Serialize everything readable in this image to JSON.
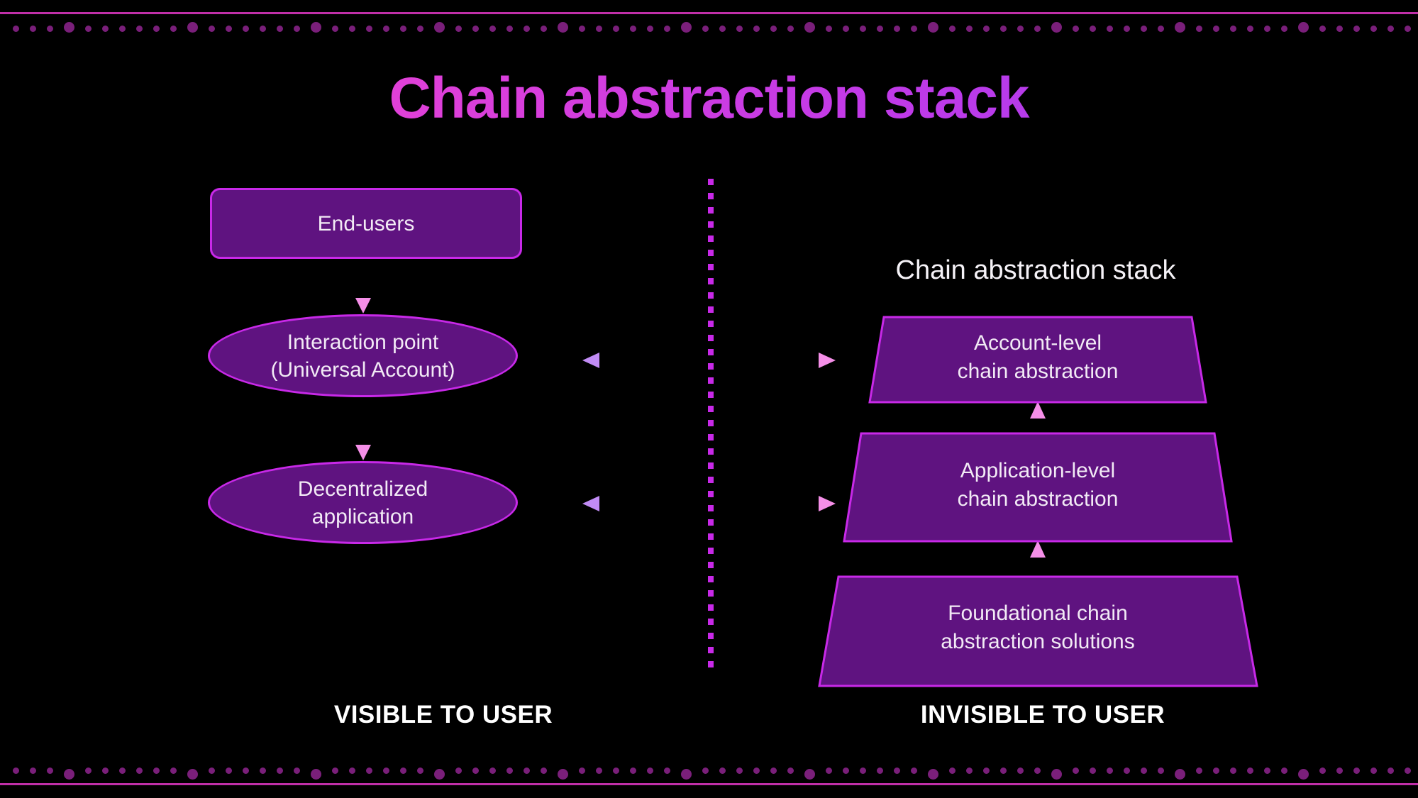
{
  "title": "Chain abstraction stack",
  "theme": {
    "background": "#000000",
    "node_fill": "#5f1380",
    "node_border": "#c829e8",
    "title_gradient_start": "#f03fd0",
    "title_gradient_end": "#9b3df0",
    "arrow_gradient_start": "#7a5cf0",
    "arrow_gradient_end": "#f58fe8",
    "frame_rule": "#c02fa8",
    "frame_dot": "#7a1f7a",
    "text": "#f2eaf5"
  },
  "left_column": {
    "caption": "VISIBLE TO USER",
    "nodes": [
      {
        "id": "end-users",
        "label": "End-users",
        "shape": "rounded-rect"
      },
      {
        "id": "interaction-point",
        "label": "Interaction point\n(Universal Account)",
        "line1": "Interaction point",
        "line2": "(Universal Account)",
        "shape": "ellipse"
      },
      {
        "id": "decentralized-application",
        "label": "Decentralized application",
        "line1": "Decentralized",
        "line2": "application",
        "shape": "ellipse"
      }
    ]
  },
  "right_column": {
    "heading": "Chain abstraction stack",
    "caption": "INVISIBLE TO USER",
    "layers": [
      {
        "id": "account-level",
        "line1": "Account-level",
        "line2": "chain abstraction",
        "shape": "trapezoid"
      },
      {
        "id": "application-level",
        "line1": "Application-level",
        "line2": "chain abstraction",
        "shape": "trapezoid"
      },
      {
        "id": "foundational",
        "line1": "Foundational chain",
        "line2": "abstraction solutions",
        "shape": "trapezoid"
      }
    ]
  },
  "connectors": {
    "vertical_down": [
      {
        "from": "end-users",
        "to": "interaction-point"
      },
      {
        "from": "interaction-point",
        "to": "decentralized-application"
      }
    ],
    "vertical_up": [
      {
        "from": "application-level",
        "to": "account-level"
      },
      {
        "from": "foundational",
        "to": "application-level"
      }
    ],
    "bidirectional": [
      {
        "from": "interaction-point",
        "to": "account-level"
      },
      {
        "from": "decentralized-application",
        "to": "application-level"
      }
    ]
  },
  "divider": {
    "style": "dotted-vertical"
  }
}
